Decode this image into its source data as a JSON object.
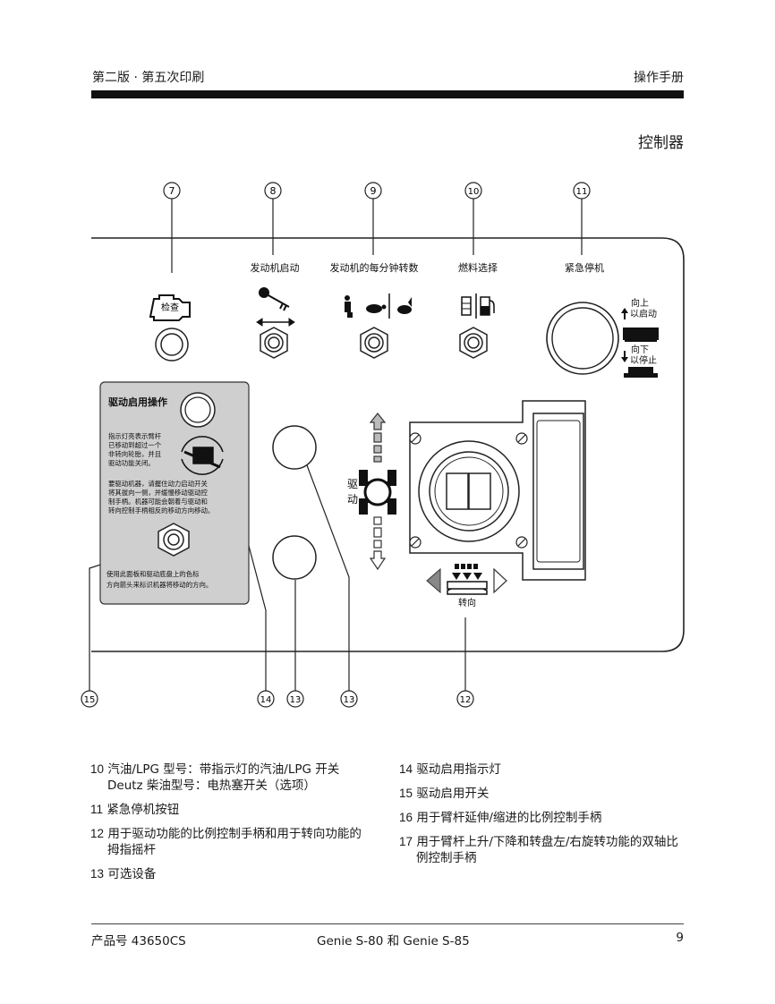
{
  "header": {
    "left": "第二版 · 第五次印刷",
    "right": "操作手册"
  },
  "section_title": "控制器",
  "callouts": [
    "7",
    "8",
    "9",
    "10",
    "11",
    "14",
    "13",
    "13",
    "12",
    "15"
  ],
  "labels": {
    "engine_start": "发动机启动",
    "engine_rpm": "发动机的每分钟转数",
    "fuel_select": "燃料选择",
    "emergency_stop": "紧急停机",
    "check_engine": "检查",
    "up_to_start_1": "向上",
    "up_to_start_2": "以启动",
    "down_to_stop_1": "向下",
    "down_to_stop_2": "以停止",
    "drive_1": "驱",
    "drive_2": "动",
    "steer": "转向"
  },
  "drive_panel": {
    "title": "驱动启用操作",
    "text1": [
      "指示灯亮表示臂杆",
      "已移动到超过一个",
      "非转向轮胎，并且",
      "驱动功能关闭。"
    ],
    "text2": [
      "要驱动机器，请握住动力启动开关",
      "将其拔向一侧，并缓慢移动驱动控",
      "制手柄。机器可能会朝着与驱动和",
      "转向控制手柄相反的移动方向移动。"
    ],
    "text3": [
      "使用此面板和驱动底盘上的色标",
      "方向箭头来标识机器将移动的方向。"
    ]
  },
  "legend_left": [
    {
      "num": "10",
      "lines": [
        "汽油/LPG 型号：带指示灯的汽油/LPG 开关",
        "Deutz 柴油型号：电热塞开关（选项）"
      ]
    },
    {
      "num": "11",
      "lines": [
        "紧急停机按钮"
      ]
    },
    {
      "num": "12",
      "lines": [
        "用于驱动功能的比例控制手柄和用于转向功能的",
        "拇指摇杆"
      ]
    },
    {
      "num": "13",
      "lines": [
        "可选设备"
      ]
    }
  ],
  "legend_right": [
    {
      "num": "14",
      "lines": [
        "驱动启用指示灯"
      ]
    },
    {
      "num": "15",
      "lines": [
        "驱动启用开关"
      ]
    },
    {
      "num": "16",
      "lines": [
        "用于臂杆延伸/缩进的比例控制手柄"
      ]
    },
    {
      "num": "17",
      "lines": [
        "用于臂杆上升/下降和转盘左/右旋转功能的双轴比",
        "例控制手柄"
      ]
    }
  ],
  "footer": {
    "left": "产品号 43650CS",
    "center": "Genie S-80 和 Genie S-85",
    "right": "9"
  }
}
